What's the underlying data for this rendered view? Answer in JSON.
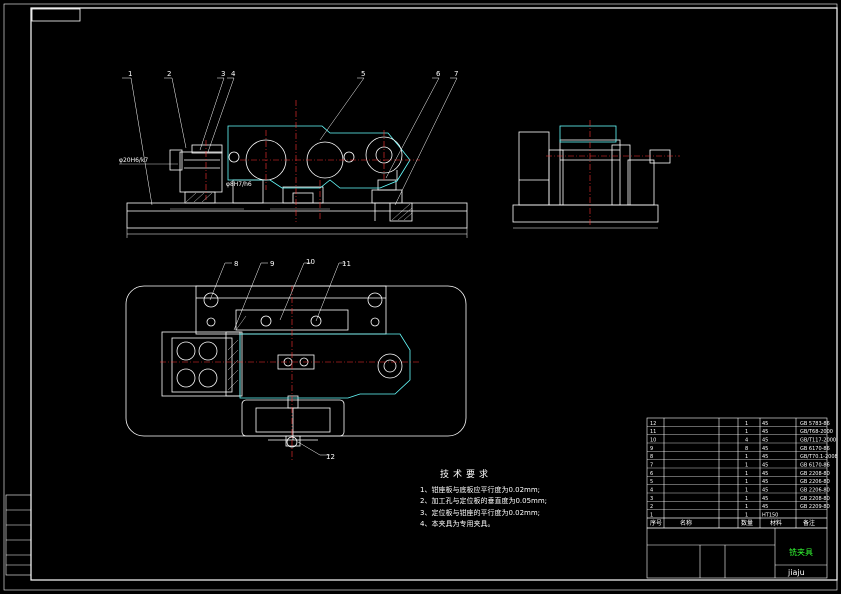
{
  "drawing": {
    "title": "铣夹具",
    "author": "jiaju"
  },
  "callouts": [
    "1",
    "2",
    "3",
    "4",
    "5",
    "6",
    "7",
    "8",
    "9",
    "10",
    "11",
    "12"
  ],
  "dimensions": {
    "fit_left": "φ20H6/k7",
    "fit_mid": "φ8H7/h6"
  },
  "tech_requirements": {
    "heading": "技术要求",
    "items": [
      "1、钳座板与底板应平行度为0.02mm;",
      "2、加工孔与定位板的垂直度为0.05mm;",
      "3、定位板与钳座的平行度为0.02mm;",
      "4、本夹具为专用夹具。"
    ]
  },
  "bom": {
    "headers": [
      "序号",
      "名称",
      "数量",
      "材料",
      "备注"
    ],
    "rows": [
      [
        "12",
        "",
        "1",
        "45",
        "GB 5783-86"
      ],
      [
        "11",
        "",
        "1",
        "45",
        "GB/T68-2000"
      ],
      [
        "10",
        "",
        "4",
        "45",
        "GB/T117-2000"
      ],
      [
        "9",
        "",
        "8",
        "45",
        "GB 6170-86"
      ],
      [
        "8",
        "",
        "1",
        "45",
        "GB/T70.1-2008"
      ],
      [
        "7",
        "",
        "1",
        "45",
        "GB 6170-86"
      ],
      [
        "6",
        "",
        "1",
        "45",
        "GB 2208-80"
      ],
      [
        "5",
        "",
        "1",
        "45",
        "GB 2206-80"
      ],
      [
        "4",
        "",
        "1",
        "45",
        "GB 2206-80"
      ],
      [
        "3",
        "",
        "1",
        "45",
        "GB 2208-80"
      ],
      [
        "2",
        "",
        "1",
        "45",
        "GB 2209-80"
      ],
      [
        "1",
        "",
        "1",
        "HT150",
        ""
      ]
    ]
  }
}
